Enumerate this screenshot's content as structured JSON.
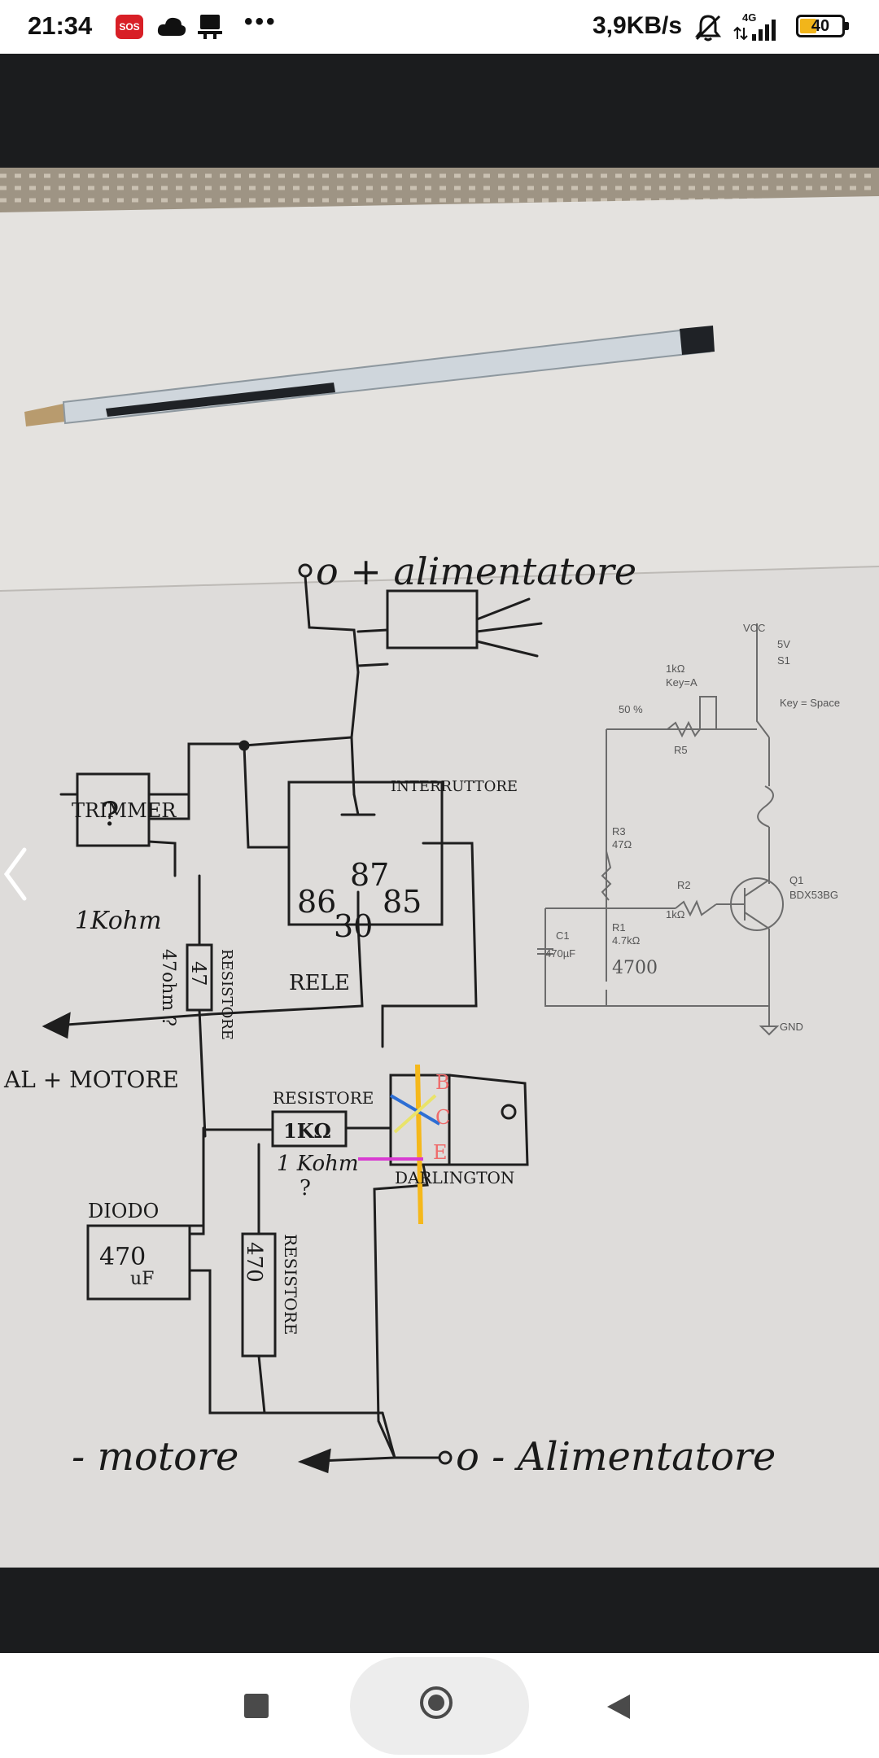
{
  "status_bar": {
    "time": "21:34",
    "sos_label": "SOS",
    "net_rate": "3,9KB/s",
    "network": "4G",
    "battery": "40"
  },
  "drawing": {
    "top_label": "o + alimentatore",
    "switch": "INTERRUTTORE",
    "trimmer": "TRIMMER",
    "trimmer_q": "?",
    "trimmer_val": "1Kohm",
    "relay": "RELE",
    "pin86": "86",
    "pin87": "87",
    "pin85": "85",
    "pin30": "30",
    "res_vert_label": "RESISTORE",
    "res_vert_val": "47",
    "res_vert_note": "47ohm ?",
    "motor_plus": "AL + MOTORE",
    "res_1k_label": "RESISTORE",
    "res_1k_val": "1KΩ",
    "res_1k_note": "1 Kohm",
    "res_1k_q": "?",
    "darlington": "DARLINGTON",
    "pin_b": "B",
    "pin_c": "C",
    "pin_e": "E",
    "diode": "DIODO",
    "cap_val": "470",
    "cap_unit": "uF",
    "res_470_label": "RESISTORE",
    "res_470_val": "470",
    "motor_minus": "- motore",
    "supply_minus": "o - Alimentatore"
  },
  "schematic": {
    "vcc": "VCC",
    "v5": "5V",
    "s1": "S1",
    "pot": "1kΩ",
    "key_a": "Key=A",
    "key_space": "Key = Space",
    "pct": "50 %",
    "r5": "R5",
    "r3": "R3",
    "r3_val": "47Ω",
    "r2": "R2",
    "r2_val": "1kΩ",
    "q1": "Q1",
    "q1_part": "BDX53BG",
    "c1": "C1",
    "c1_val": "470µF",
    "r1": "R1",
    "r1_val": "4.7kΩ",
    "r1_note": "4700",
    "gnd": "GND"
  }
}
